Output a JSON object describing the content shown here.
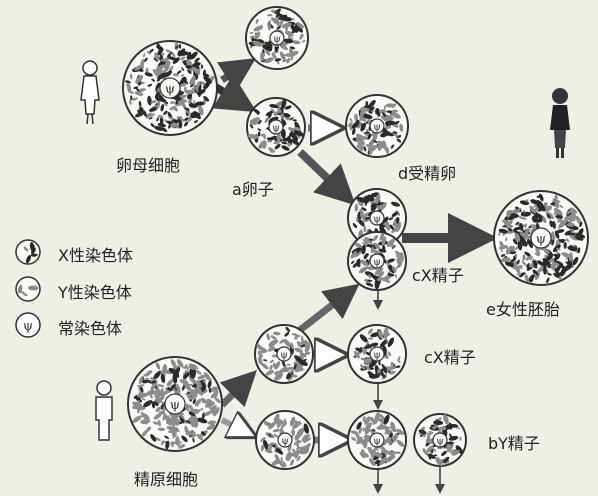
{
  "labels": {
    "oogonium": "卵母细胞",
    "egg": "a卵子",
    "fertilized_egg": "d受精卵",
    "x_sperm_1": "cX精子",
    "female_embryo": "e女性胚胎",
    "x_sperm_2": "cX精子",
    "y_sperm": "bY精子",
    "spermatogonium": "精原细胞"
  },
  "legend": {
    "x_chromosome": "X性染色体",
    "y_chromosome": "Y性染色体",
    "autosome": "常染色体",
    "nucleus_mark": "ψ"
  },
  "colors": {
    "background": "#efefe8",
    "cell_outline": "#333333",
    "dark_chromosome": "#2a2a2a",
    "light_chromosome": "#8c8c8c",
    "arrow_dark": "#4a4a4a"
  }
}
